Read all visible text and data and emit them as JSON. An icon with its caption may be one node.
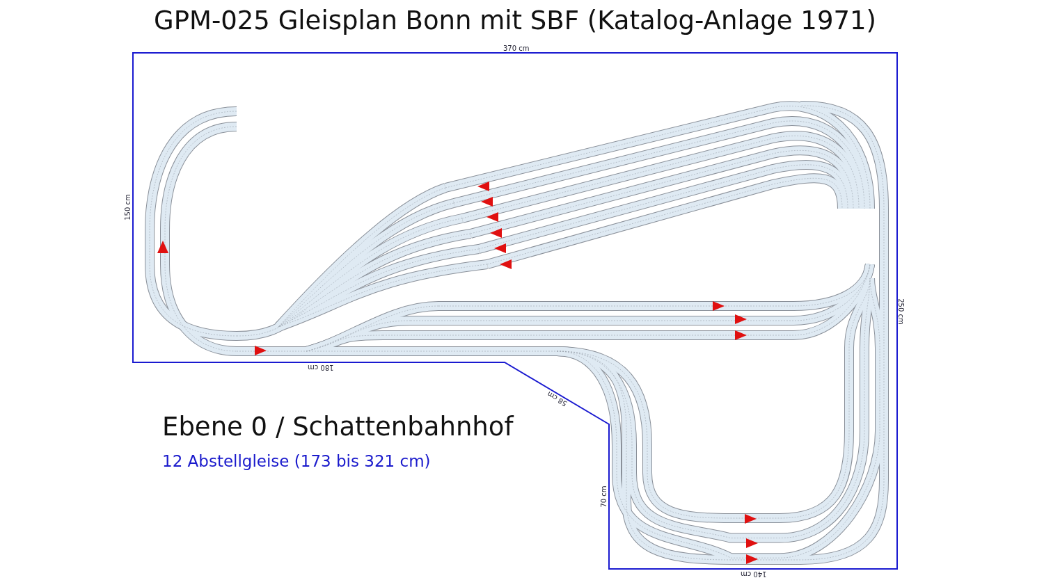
{
  "diagram": {
    "title": "GPM-025 Gleisplan Bonn mit SBF (Katalog-Anlage 1971)",
    "labels": [
      "370 cm",
      "150 cm",
      "250 cm",
      "180 cm",
      "58 cm",
      "70 cm",
      "140 cm",
      "Ebene 0 / Schattenbahnhof",
      "12 Abstellgleise (173 bis 321 cm)"
    ]
  }
}
